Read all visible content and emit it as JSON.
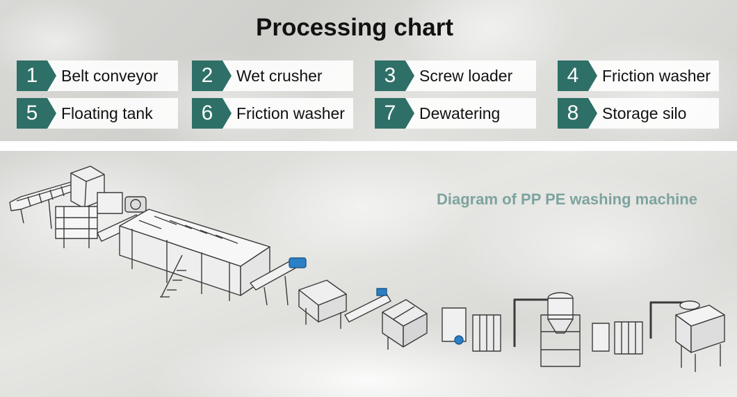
{
  "title": "Processing chart",
  "steps": [
    {
      "number": "1",
      "label": "Belt conveyor"
    },
    {
      "number": "2",
      "label": "Wet crusher"
    },
    {
      "number": "3",
      "label": "Screw loader"
    },
    {
      "number": "4",
      "label": "Friction washer"
    },
    {
      "number": "5",
      "label": "Floating tank"
    },
    {
      "number": "6",
      "label": "Friction washer"
    },
    {
      "number": "7",
      "label": "Dewatering"
    },
    {
      "number": "8",
      "label": "Storage silo"
    }
  ],
  "diagram_title": "Diagram of PP PE washing machine",
  "colors": {
    "badge": "#2e6f67",
    "diagram_title": "#7ea39e",
    "machine_stroke": "#3a3a3a",
    "motor_blue": "#2b7fc4"
  }
}
